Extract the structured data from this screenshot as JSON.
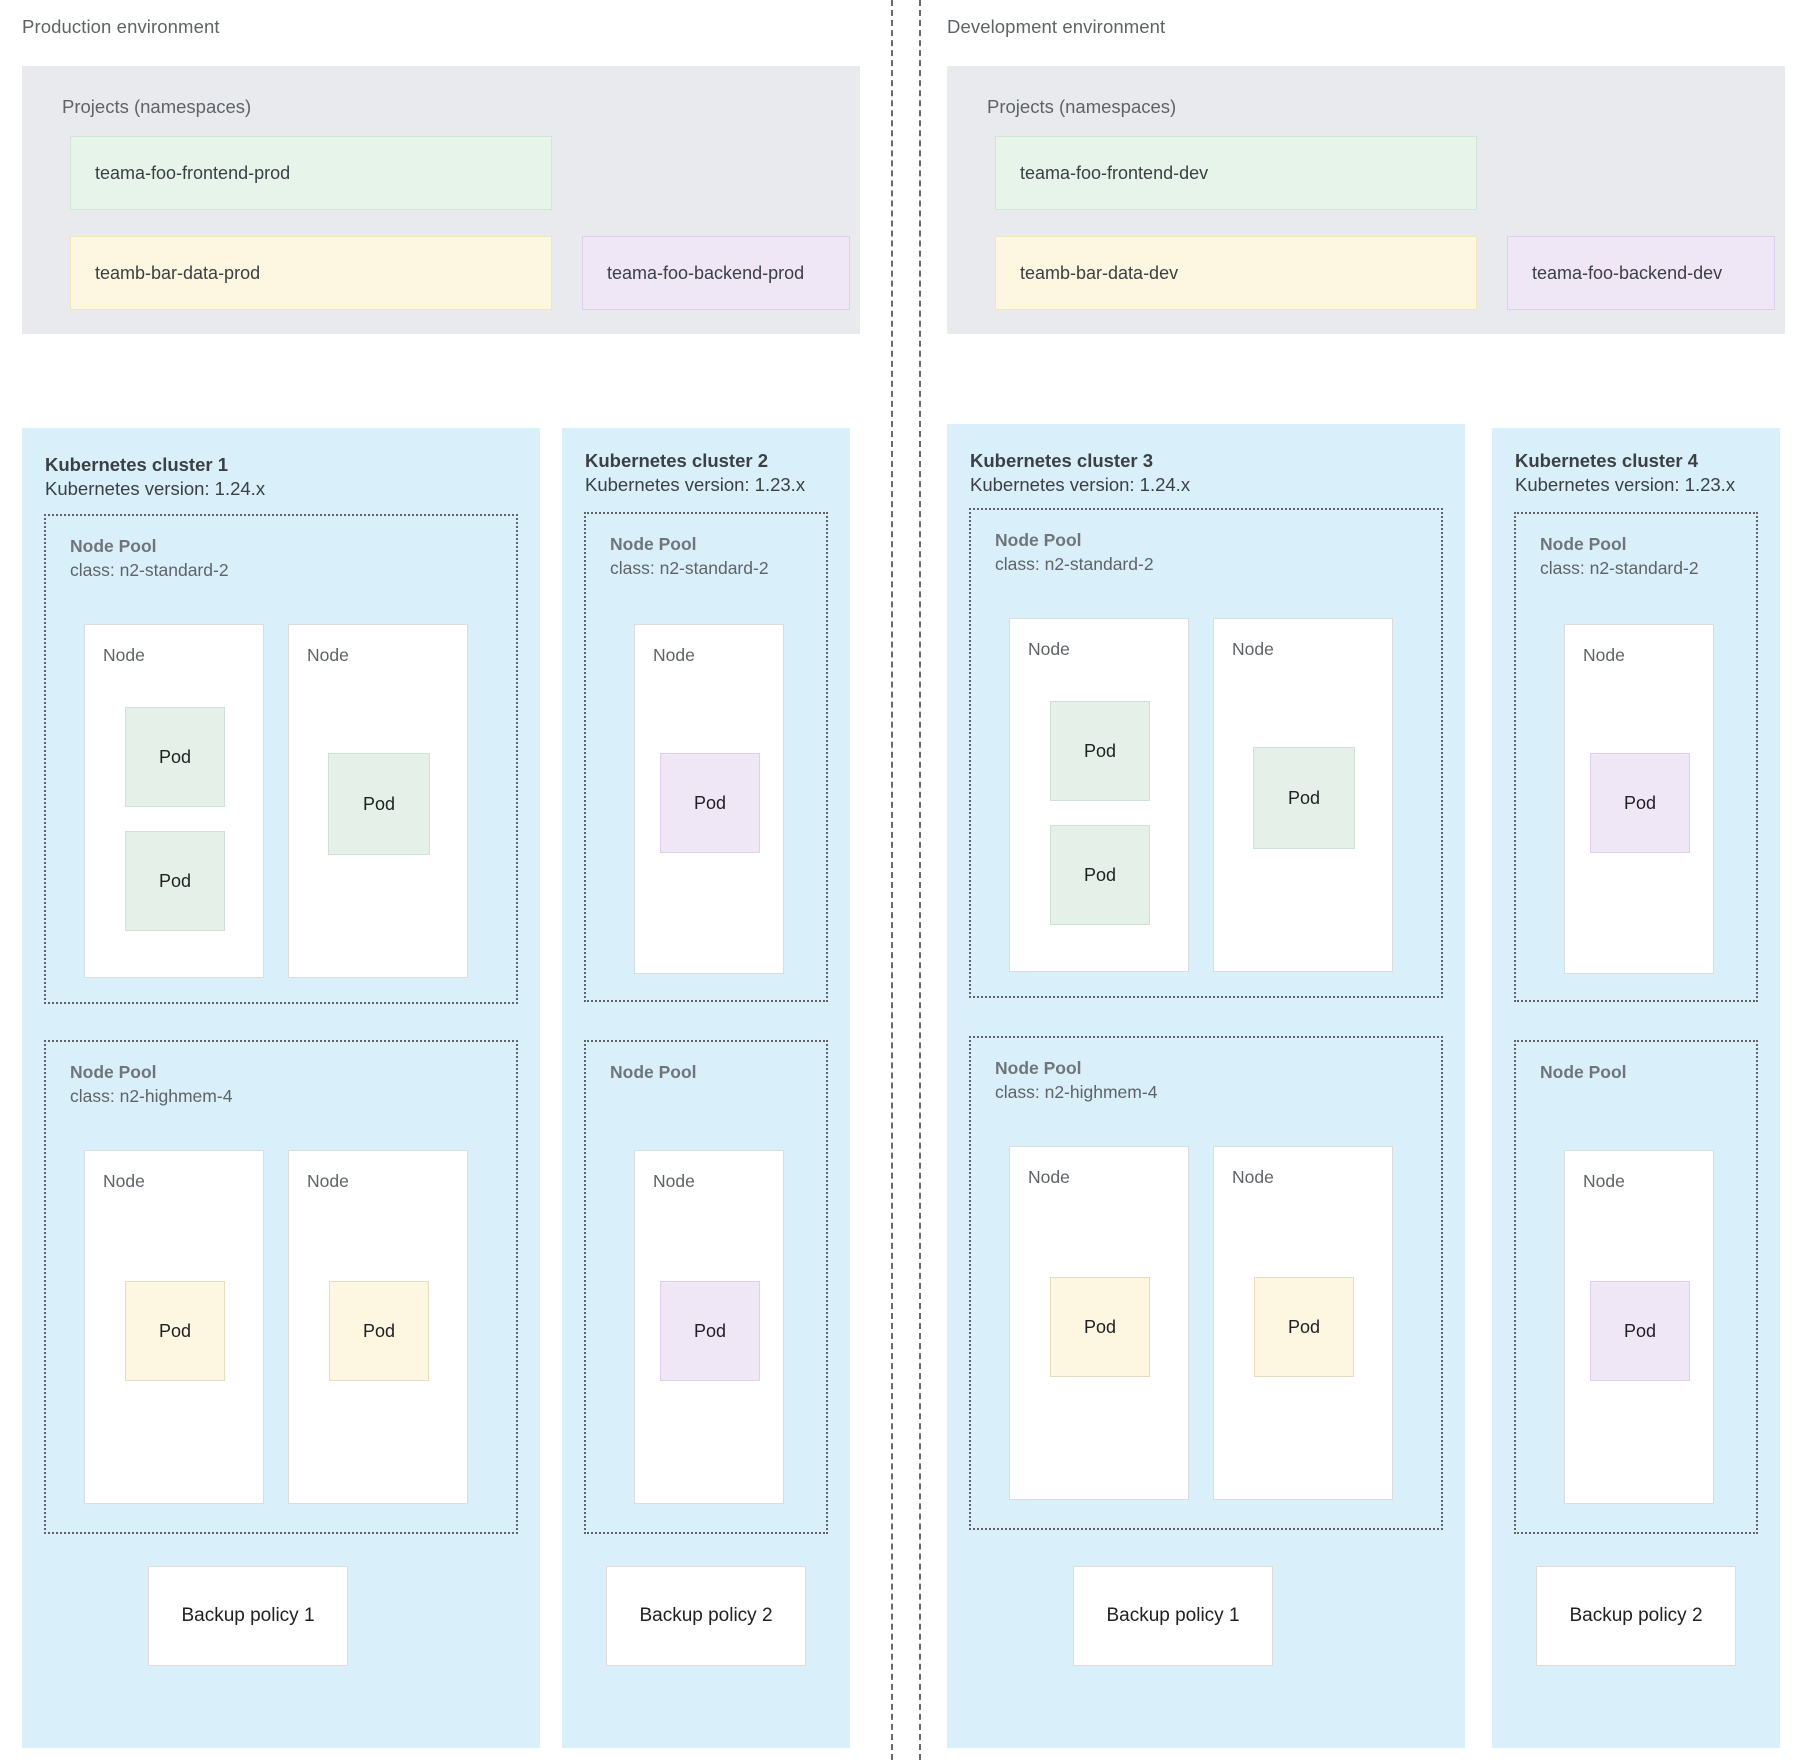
{
  "environments": [
    {
      "title": "Production environment",
      "projects_label": "Projects (namespaces)",
      "namespaces": [
        {
          "name": "teama-foo-frontend-prod",
          "color": "green"
        },
        {
          "name": "teamb-bar-data-prod",
          "color": "yellow"
        },
        {
          "name": "teama-foo-backend-prod",
          "color": "purple"
        }
      ],
      "clusters": [
        {
          "title": "Kubernetes cluster 1",
          "version": "Kubernetes version: 1.24.x",
          "pools": [
            {
              "title": "Node Pool",
              "class": "class: n2-standard-2",
              "nodes": [
                {
                  "label": "Node",
                  "pods": [
                    {
                      "label": "Pod",
                      "color": "green"
                    },
                    {
                      "label": "Pod",
                      "color": "green"
                    }
                  ]
                },
                {
                  "label": "Node",
                  "pods": [
                    {
                      "label": "Pod",
                      "color": "green"
                    }
                  ]
                }
              ]
            },
            {
              "title": "Node Pool",
              "class": "class: n2-highmem-4",
              "nodes": [
                {
                  "label": "Node",
                  "pods": [
                    {
                      "label": "Pod",
                      "color": "yellow"
                    }
                  ]
                },
                {
                  "label": "Node",
                  "pods": [
                    {
                      "label": "Pod",
                      "color": "yellow"
                    }
                  ]
                }
              ]
            }
          ],
          "backup_policy": "Backup policy 1"
        },
        {
          "title": "Kubernetes cluster 2",
          "version": "Kubernetes version: 1.23.x",
          "pools": [
            {
              "title": "Node Pool",
              "class": "class: n2-standard-2",
              "nodes": [
                {
                  "label": "Node",
                  "pods": [
                    {
                      "label": "Pod",
                      "color": "purple"
                    }
                  ]
                }
              ]
            },
            {
              "title": "Node Pool",
              "class": "",
              "nodes": [
                {
                  "label": "Node",
                  "pods": [
                    {
                      "label": "Pod",
                      "color": "purple"
                    }
                  ]
                }
              ]
            }
          ],
          "backup_policy": "Backup policy 2"
        }
      ]
    },
    {
      "title": "Development environment",
      "projects_label": "Projects (namespaces)",
      "namespaces": [
        {
          "name": "teama-foo-frontend-dev",
          "color": "green"
        },
        {
          "name": "teamb-bar-data-dev",
          "color": "yellow"
        },
        {
          "name": "teama-foo-backend-dev",
          "color": "purple"
        }
      ],
      "clusters": [
        {
          "title": "Kubernetes cluster 3",
          "version": "Kubernetes version: 1.24.x",
          "pools": [
            {
              "title": "Node Pool",
              "class": "class: n2-standard-2",
              "nodes": [
                {
                  "label": "Node",
                  "pods": [
                    {
                      "label": "Pod",
                      "color": "green"
                    },
                    {
                      "label": "Pod",
                      "color": "green"
                    }
                  ]
                },
                {
                  "label": "Node",
                  "pods": [
                    {
                      "label": "Pod",
                      "color": "green"
                    }
                  ]
                }
              ]
            },
            {
              "title": "Node Pool",
              "class": "class: n2-highmem-4",
              "nodes": [
                {
                  "label": "Node",
                  "pods": [
                    {
                      "label": "Pod",
                      "color": "yellow"
                    }
                  ]
                },
                {
                  "label": "Node",
                  "pods": [
                    {
                      "label": "Pod",
                      "color": "yellow"
                    }
                  ]
                }
              ]
            }
          ],
          "backup_policy": "Backup policy 1"
        },
        {
          "title": "Kubernetes cluster 4",
          "version": "Kubernetes version: 1.23.x",
          "pools": [
            {
              "title": "Node Pool",
              "class": "class: n2-standard-2",
              "nodes": [
                {
                  "label": "Node",
                  "pods": [
                    {
                      "label": "Pod",
                      "color": "purple"
                    }
                  ]
                }
              ]
            },
            {
              "title": "Node Pool",
              "class": "",
              "nodes": [
                {
                  "label": "Node",
                  "pods": [
                    {
                      "label": "Pod",
                      "color": "purple"
                    }
                  ]
                }
              ]
            }
          ],
          "backup_policy": "Backup policy 2"
        }
      ]
    }
  ],
  "colors": {
    "cluster_bg": "#d9f0fb",
    "projects_bg": "#e8eaed",
    "green": "#e4f0e8",
    "yellow": "#fdf6e0",
    "purple": "#efe6f6",
    "divider": "#5f6368",
    "text": "#3c4043",
    "muted": "#5f6368"
  }
}
